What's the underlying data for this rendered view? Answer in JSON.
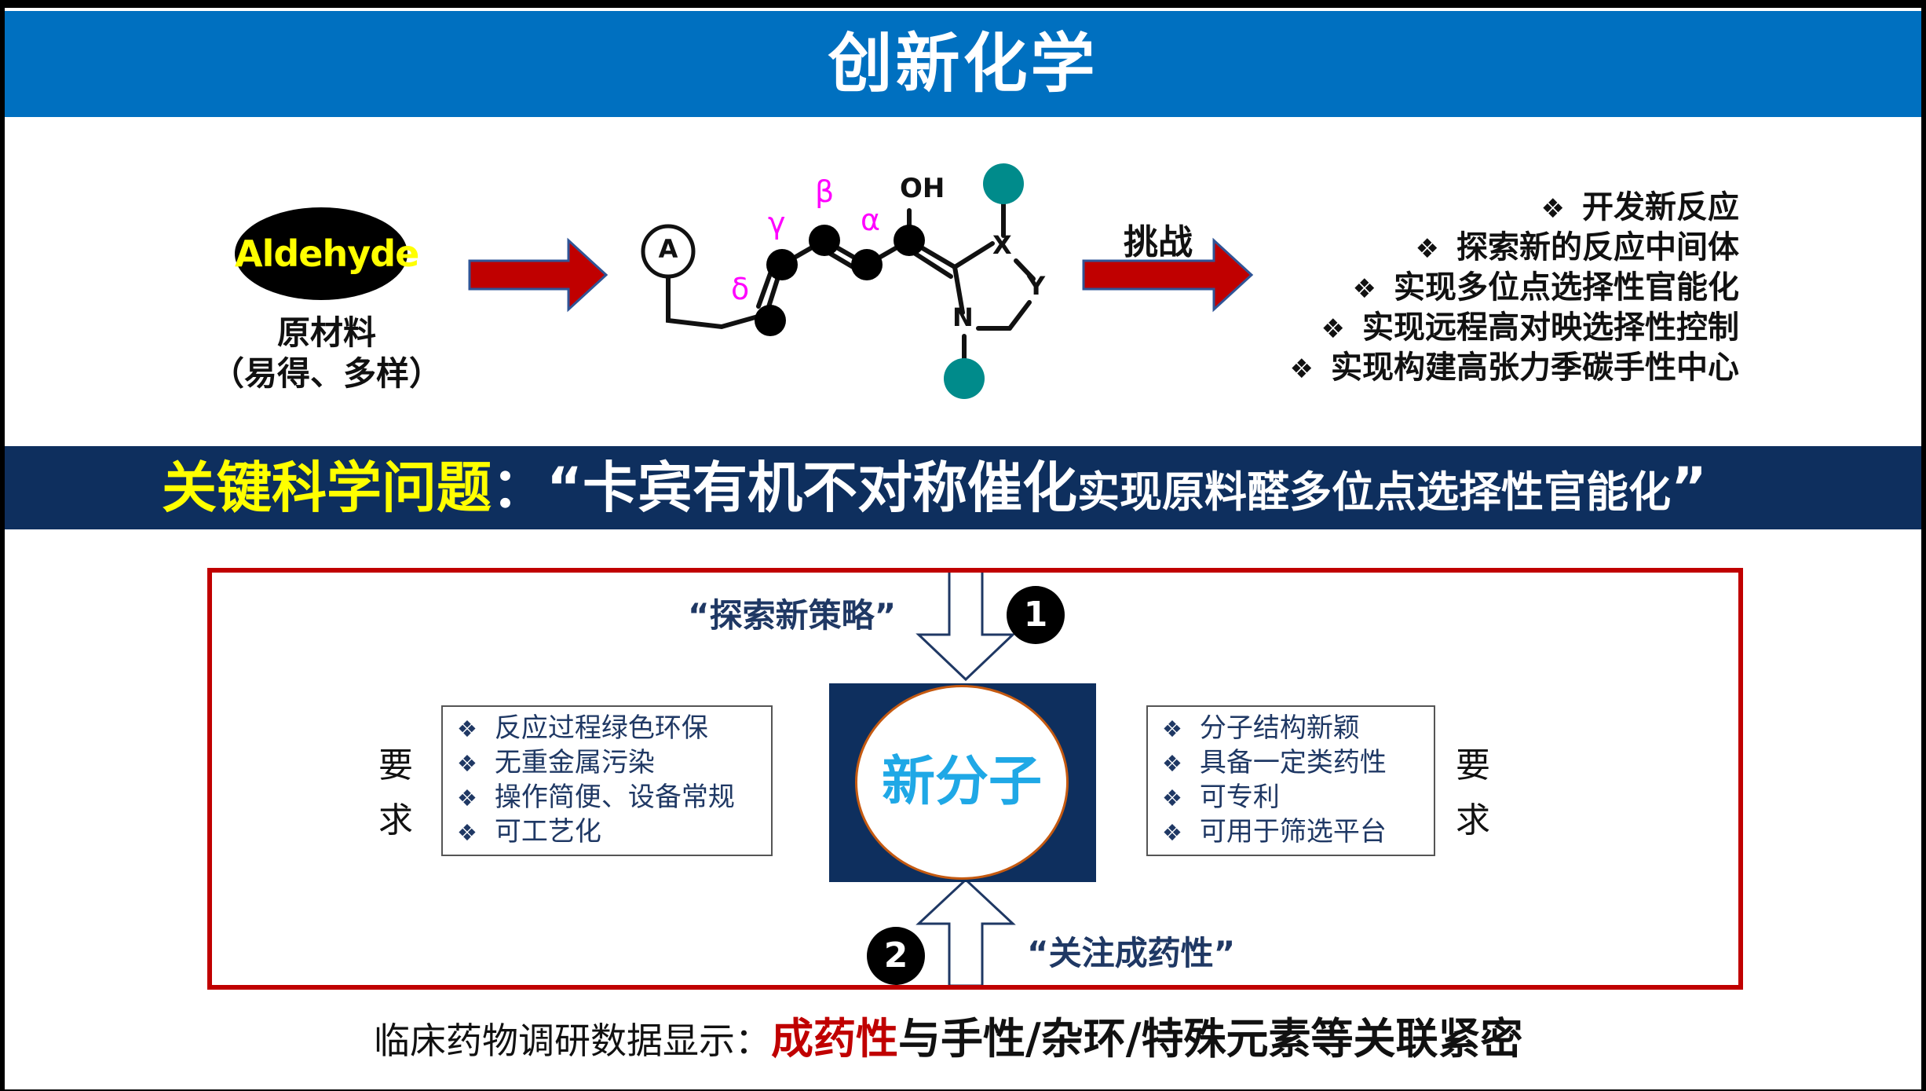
{
  "title": "创新化学",
  "aldehyde_label": "Aldehyde",
  "raw_material": "原材料",
  "raw_material_note": "（易得、多样）",
  "molecule": {
    "ring_a": "A",
    "oh": "OH",
    "alpha": "α",
    "beta": "β",
    "gamma": "γ",
    "delta": "δ",
    "x": "X",
    "y": "Y",
    "n": "N"
  },
  "challenge_label": "挑战",
  "challenges": [
    "开发新反应",
    "探索新的反应中间体",
    "实现多位点选择性官能化",
    "实现远程高对映选择性控制",
    "实现构建高张力季碳手性中心"
  ],
  "key_question": {
    "label": "关键科学问题",
    "colon": "：",
    "quote_open": "“",
    "big": "卡宾有机不对称催化",
    "small": "实现原料醛多位点选择性官能化",
    "quote_close": "”"
  },
  "strategy1": "“探索新策略”",
  "strategy2": "“关注成药性”",
  "badge1": "1",
  "badge2": "2",
  "req_label_left": [
    "要",
    "求"
  ],
  "req_label_right": [
    "要",
    "求"
  ],
  "left_requirements": [
    "反应过程绿色环保",
    "无重金属污染",
    "操作简便、设备常规",
    "可工艺化"
  ],
  "right_requirements": [
    "分子结构新颖",
    "具备一定类药性",
    "可专利",
    "可用于筛选平台"
  ],
  "new_molecule": "新分子",
  "bottom": {
    "prefix": "临床药物调研数据显示：",
    "highlight": "成药性",
    "rest": "与手性/杂环/特殊元素等关联紧密"
  },
  "colors": {
    "title_blue": "#0070c0",
    "navy": "#0e2f5e",
    "red": "#c00000",
    "magenta": "#ff00ff",
    "teal": "#008b8b",
    "yellow": "#ffff00",
    "cyan": "#1fa8e6"
  }
}
